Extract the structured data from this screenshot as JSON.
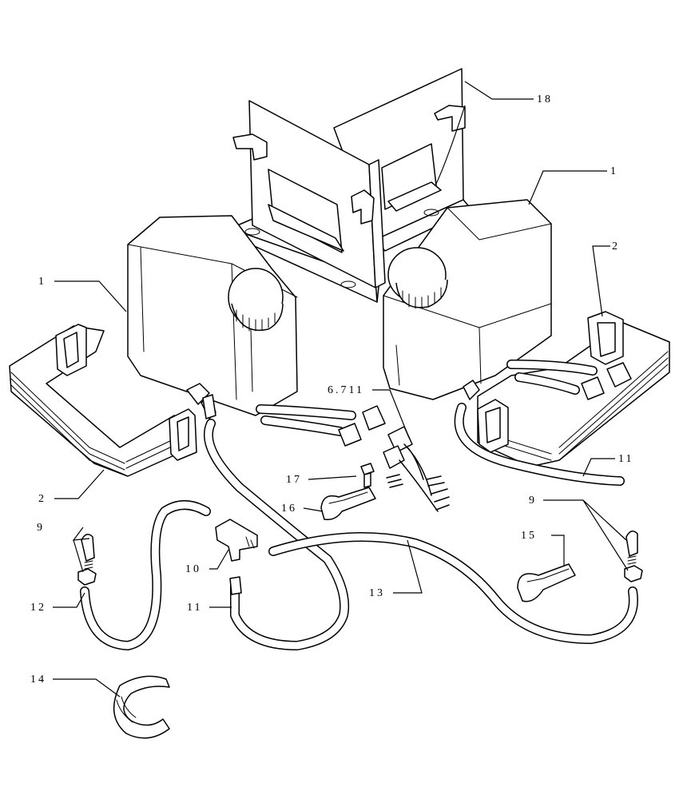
{
  "diagram": {
    "callouts": {
      "c18": "18",
      "c1_right": "1",
      "c1_left": "1",
      "c2_right": "2",
      "c2_left": "2",
      "c6711": "6.711",
      "c11_right": "11",
      "c17": "17",
      "c16": "16",
      "c9_right": "9",
      "c9_left": "9",
      "c15": "15",
      "c10": "10",
      "c13": "13",
      "c12": "12",
      "c11_left": "11",
      "c14": "14"
    }
  }
}
